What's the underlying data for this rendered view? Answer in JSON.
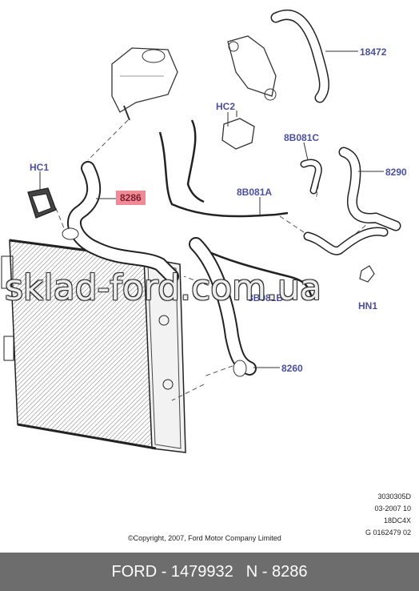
{
  "callouts": {
    "c18472": "18472",
    "hc2": "HC2",
    "c8b081c": "8B081C",
    "hc1": "HC1",
    "c8286": "8286",
    "c8290": "8290",
    "c8b081a": "8B081A",
    "c8b081b": "8B081B",
    "hn1": "HN1",
    "c8260": "8260"
  },
  "watermark": "sklad-ford.com.ua",
  "copyright": "©Copyright, 2007, Ford Motor Company Limited",
  "meta": {
    "line1": "3030305D",
    "line2": "03-2007 10",
    "line3": "18DC4X",
    "line4": "G 0162479 02"
  },
  "footer": {
    "brand": "FORD - 1479932",
    "part": "N - 8286"
  },
  "colors": {
    "callout_text": "#4b4fa0",
    "highlight": "#f08a96",
    "footer_bg": "#6d6d6d"
  }
}
